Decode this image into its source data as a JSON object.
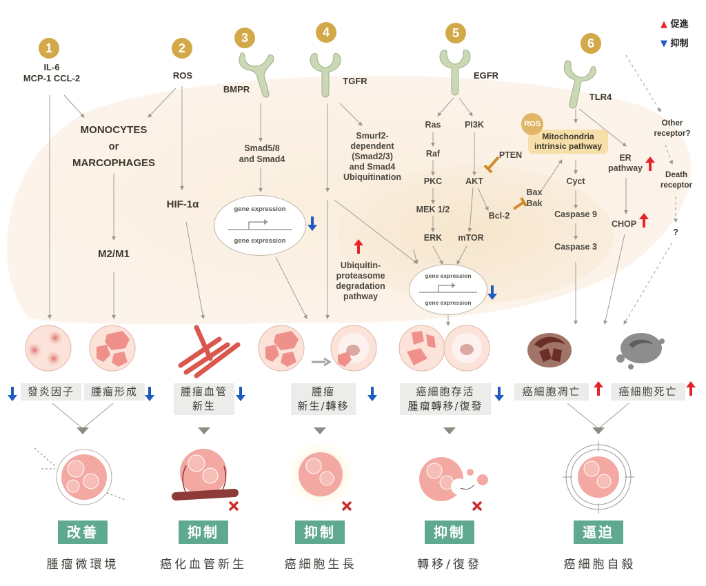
{
  "legend": {
    "up_label": "促進",
    "down_label": "抑制",
    "up_color": "#e3252b",
    "down_color": "#1f5bbf"
  },
  "colors": {
    "badge": "#d2a849",
    "receptor": "#cbd8b5",
    "cell_bg": "#fbeee6",
    "inhibit": "#d08a2a",
    "tag_green": "#5fa98e",
    "effect_bg": "#ececeb"
  },
  "pathways": [
    {
      "number": "1",
      "ligand": [
        "IL-6",
        "MCP-1 CCL-2"
      ]
    },
    {
      "number": "2",
      "ligand": [
        "ROS"
      ]
    },
    {
      "number": "3",
      "receptor": "BMPR"
    },
    {
      "number": "4",
      "receptor": "TGFR"
    },
    {
      "number": "5",
      "receptor": "EGFR"
    },
    {
      "number": "6",
      "receptor": "TLR4"
    }
  ],
  "nodes": {
    "monocytes": "MONOCYTES",
    "or": "or",
    "macrophages": "MARCOPHAGES",
    "m2m1": "M2/M1",
    "hif": "HIF-1α",
    "smad58": [
      "Smad5/8",
      "and Smad4"
    ],
    "smurf2": [
      "Smurf2-",
      "dependent",
      "(Smad2/3)",
      "and Smad4",
      "Ubiquitination"
    ],
    "ubiquitin": [
      "Ubiquitin-",
      "proteasome",
      "degradation",
      "pathway"
    ],
    "gene_expression": "gene expression",
    "ras": "Ras",
    "raf": "Raf",
    "pkc": "PKC",
    "mek": "MEK 1/2",
    "erk": "ERK",
    "pi3k": "PI3K",
    "akt": "AKT",
    "mtor": "mTOR",
    "pten": "PTEN",
    "bcl2": "Bcl-2",
    "bax": "Bax",
    "bak": "Bak",
    "ros_bubble": "ROS",
    "mito": [
      "Mitochondria",
      "intrinsic pathway"
    ],
    "cyct": "Cyct",
    "casp9": "Caspase 9",
    "casp3": "Caspase 3",
    "er": [
      "ER",
      "pathway"
    ],
    "chop": "CHOP",
    "other_receptor": [
      "Other",
      "receptor?"
    ],
    "death_receptor": [
      "Death",
      "receptor"
    ],
    "question": "?"
  },
  "effects": [
    {
      "text": [
        "發炎因子"
      ],
      "direction": "down"
    },
    {
      "text": [
        "腫瘤形成"
      ],
      "direction": "down"
    },
    {
      "text": [
        "腫瘤血管",
        "新生"
      ],
      "direction": "down"
    },
    {
      "text": [
        "腫瘤",
        "新生/轉移"
      ],
      "direction": "down"
    },
    {
      "text": [
        "癌細胞存活",
        "腫瘤轉移/復發"
      ],
      "direction": "down"
    },
    {
      "text": [
        "癌細胞凋亡"
      ],
      "direction": "up"
    },
    {
      "text": [
        "癌細胞死亡"
      ],
      "direction": "up"
    }
  ],
  "outcomes": [
    {
      "tag": "改善",
      "label": "腫瘤微環境"
    },
    {
      "tag": "抑制",
      "label": "癌化血管新生"
    },
    {
      "tag": "抑制",
      "label": "癌細胞生長"
    },
    {
      "tag": "抑制",
      "label": "轉移/復發"
    },
    {
      "tag": "逼迫",
      "label": "癌細胞自殺"
    }
  ]
}
